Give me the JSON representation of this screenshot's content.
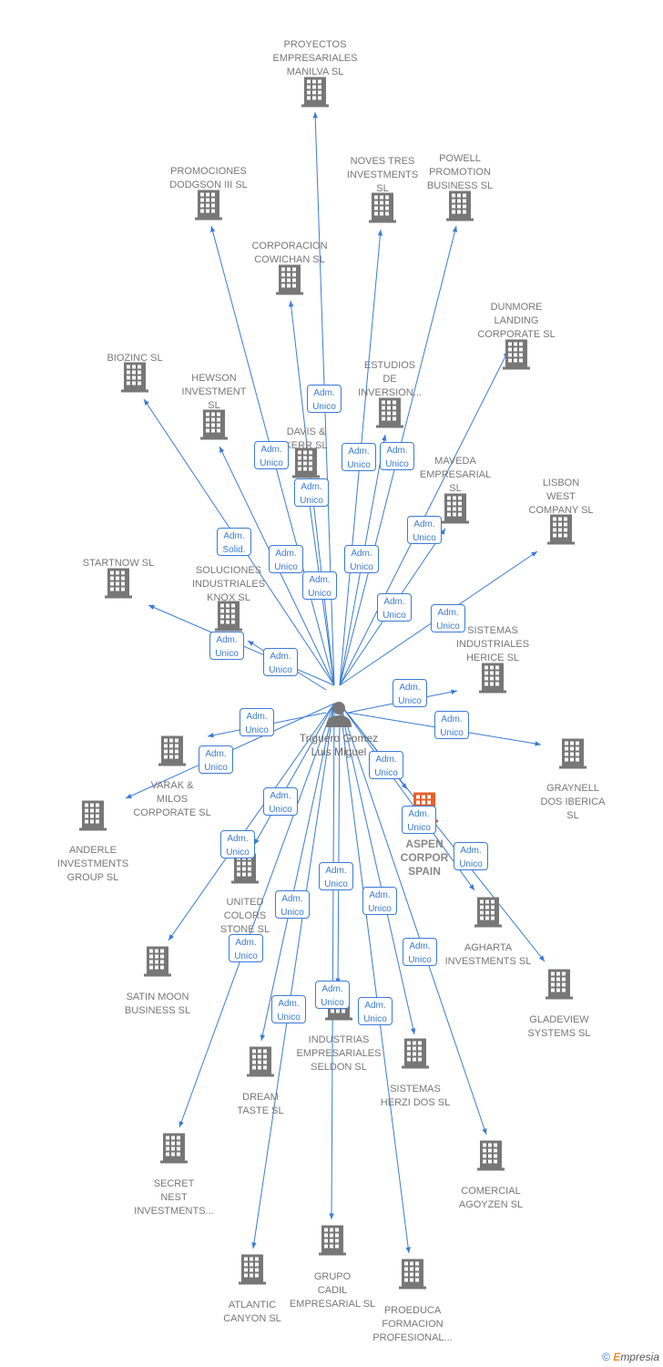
{
  "center": {
    "name": "Triguero Gomez Luis Miguel",
    "icon": "person-icon"
  },
  "colors": {
    "edge": "#3a7bd5",
    "building": "#777777",
    "highlight": "#e8602c"
  },
  "nodes": [
    {
      "lines": [
        "PROYECTOS",
        "EMPRESARIALES",
        "MANILVA SL"
      ],
      "role": "Adm. Unico"
    },
    {
      "lines": [
        "PROMOCIONES",
        "DODGSON III SL"
      ],
      "role": "Adm. Unico"
    },
    {
      "lines": [
        "NOVES TRES",
        "INVESTMENTS",
        "SL"
      ],
      "role": "Adm. Unico"
    },
    {
      "lines": [
        "POWELL",
        "PROMOTION",
        "BUSINESS  SL"
      ],
      "role": "Adm. Unico"
    },
    {
      "lines": [
        "CORPORACION",
        "COWICHAN SL"
      ],
      "role": "Adm. Unico"
    },
    {
      "lines": [
        "DUNMORE",
        "LANDING",
        "CORPORATE SL"
      ],
      "role": "Adm. Unico"
    },
    {
      "lines": [
        "BIOZINC SL"
      ],
      "role": "Adm. Solid."
    },
    {
      "lines": [
        "HEWSON",
        "INVESTMENT",
        "SL"
      ],
      "role": "Adm. Unico"
    },
    {
      "lines": [
        "ESTUDIOS",
        "DE",
        "INVERSION..."
      ],
      "role": "Adm. Unico"
    },
    {
      "lines": [
        "DAVIS &",
        "KERR SL"
      ],
      "role": "Adm. Unico"
    },
    {
      "lines": [
        "MAVEDA",
        "EMPRESARIAL",
        "SL"
      ],
      "role": "Adm. Unico"
    },
    {
      "lines": [
        "LISBON",
        "WEST",
        "COMPANY  SL"
      ],
      "role": "Adm. Unico"
    },
    {
      "lines": [
        "STARTNOW SL"
      ],
      "role": "Adm. Unico"
    },
    {
      "lines": [
        "SOLUCIONES",
        "INDUSTRIALES",
        "KNOX SL"
      ],
      "role": "Adm. Unico"
    },
    {
      "lines": [
        "SISTEMAS",
        "INDUSTRIALES",
        "HERICE  SL"
      ],
      "role": "Adm. Unico"
    },
    {
      "lines": [
        "GRAYNELL",
        "DOS IBERICA",
        "SL"
      ],
      "role": "Adm. Unico"
    },
    {
      "lines": [
        "VARAK &",
        "MILOS",
        "CORPORATE SL"
      ],
      "role": "Adm. Unico"
    },
    {
      "lines": [
        "ANDERLE",
        "INVESTMENTS",
        "GROUP SL"
      ],
      "role": "Adm. Unico"
    },
    {
      "lines": [
        "ASPEN",
        "CORPOR",
        "SPAIN"
      ],
      "role": "Adm. Unico",
      "highlight": true
    },
    {
      "lines": [
        "UNITED",
        "COLORS",
        "STONE SL"
      ],
      "role": "Adm. Unico"
    },
    {
      "lines": [
        "AGHARTA",
        "INVESTMENTS SL"
      ],
      "role": "Adm. Unico"
    },
    {
      "lines": [
        "GLADEVIEW",
        "SYSTEMS  SL"
      ],
      "role": "Adm. Unico"
    },
    {
      "lines": [
        "SATIN MOON",
        "BUSINESS SL"
      ],
      "role": "Adm. Unico"
    },
    {
      "lines": [
        "INDUSTRIAS",
        "EMPRESARIALES",
        "SELDON SL"
      ],
      "role": "Adm. Unico"
    },
    {
      "lines": [
        "DREAM",
        "TASTE SL"
      ],
      "role": "Adm. Unico"
    },
    {
      "lines": [
        "SISTEMAS",
        "HERZI DOS SL"
      ],
      "role": "Adm. Unico"
    },
    {
      "lines": [
        "SECRET",
        "NEST",
        "INVESTMENTS..."
      ],
      "role": "Adm. Unico"
    },
    {
      "lines": [
        "COMERCIAL",
        "AGOYZEN SL"
      ],
      "role": "Adm. Unico"
    },
    {
      "lines": [
        "ATLANTIC",
        "CANYON SL"
      ],
      "role": "Adm. Unico"
    },
    {
      "lines": [
        "GRUPO",
        "CADIL",
        "EMPRESARIAL SL"
      ],
      "role": "Adm. Unico"
    },
    {
      "lines": [
        "PROEDUCA",
        "FORMACION",
        "PROFESIONAL..."
      ],
      "role": "Adm. Unico"
    }
  ],
  "footer": {
    "copyright": "©",
    "brand_initial": "E",
    "brand_rest": "mpresia"
  }
}
